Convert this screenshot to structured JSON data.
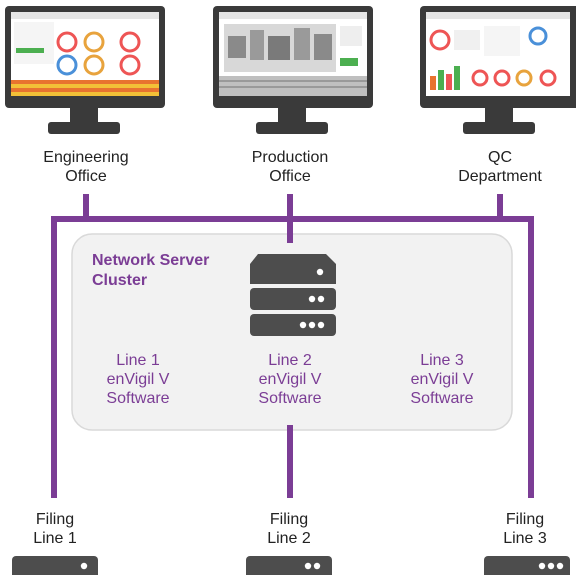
{
  "colors": {
    "network_line": "#7b3d95",
    "cluster_bg": "#f2f2f2",
    "cluster_border": "#d9d9d9",
    "server_dark": "#4d4d4d",
    "monitor_dark": "#3a3a3a"
  },
  "offices": [
    {
      "line1": "Engineering",
      "line2": "Office"
    },
    {
      "line1": "Production",
      "line2": "Office"
    },
    {
      "line1": "QC",
      "line2": "Department"
    }
  ],
  "cluster": {
    "title_line1": "Network Server",
    "title_line2": "Cluster"
  },
  "software": [
    {
      "line1": "Line 1",
      "line2": "enVigil V",
      "line3": "Software"
    },
    {
      "line1": "Line 2",
      "line2": "enVigil V",
      "line3": "Software"
    },
    {
      "line1": "Line 3",
      "line2": "enVigil V",
      "line3": "Software"
    }
  ],
  "filing_lines": [
    {
      "line1": "Filing",
      "line2": "Line 1"
    },
    {
      "line1": "Filing",
      "line2": "Line 2"
    },
    {
      "line1": "Filing",
      "line2": "Line 3"
    }
  ],
  "icons": {
    "monitor": "monitor-icon",
    "server": "server-stack-icon",
    "filing_unit": "filing-line-unit-icon"
  }
}
